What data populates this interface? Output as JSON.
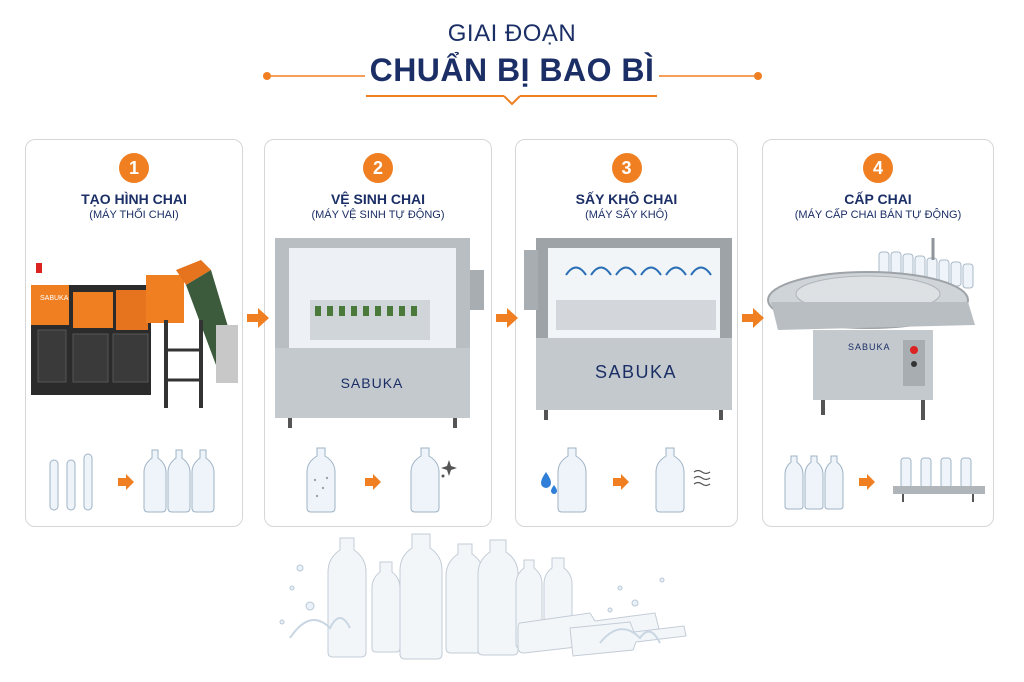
{
  "header": {
    "subtitle": "GIAI ĐOẠN",
    "title": "CHUẨN BỊ BAO BÌ"
  },
  "colors": {
    "accent": "#f07f22",
    "navy": "#1b2f66",
    "steel": "#b9bec3"
  },
  "steps": [
    {
      "number": "1",
      "title": "TẠO HÌNH CHAI",
      "subtitle": "(MÁY THỐI CHAI)",
      "brand": "SABUKA"
    },
    {
      "number": "2",
      "title": "VỆ SINH CHAI",
      "subtitle": "(MÁY VỆ SINH TỰ ĐỘNG)",
      "brand": "SABUKA"
    },
    {
      "number": "3",
      "title": "SẤY KHÔ CHAI",
      "subtitle": "(MÁY SẤY KHÔ)",
      "brand": "SABUKA"
    },
    {
      "number": "4",
      "title": "CẤP CHAI",
      "subtitle": "(MÁY CẤP CHAI BÁN TỰ ĐỘNG)",
      "brand": "SABUKA"
    }
  ],
  "icons": {
    "arrow": "arrow-right-icon",
    "water_drop": "water-drop-icon",
    "sparkle": "sparkle-icon",
    "air_waves": "air-waves-icon"
  }
}
